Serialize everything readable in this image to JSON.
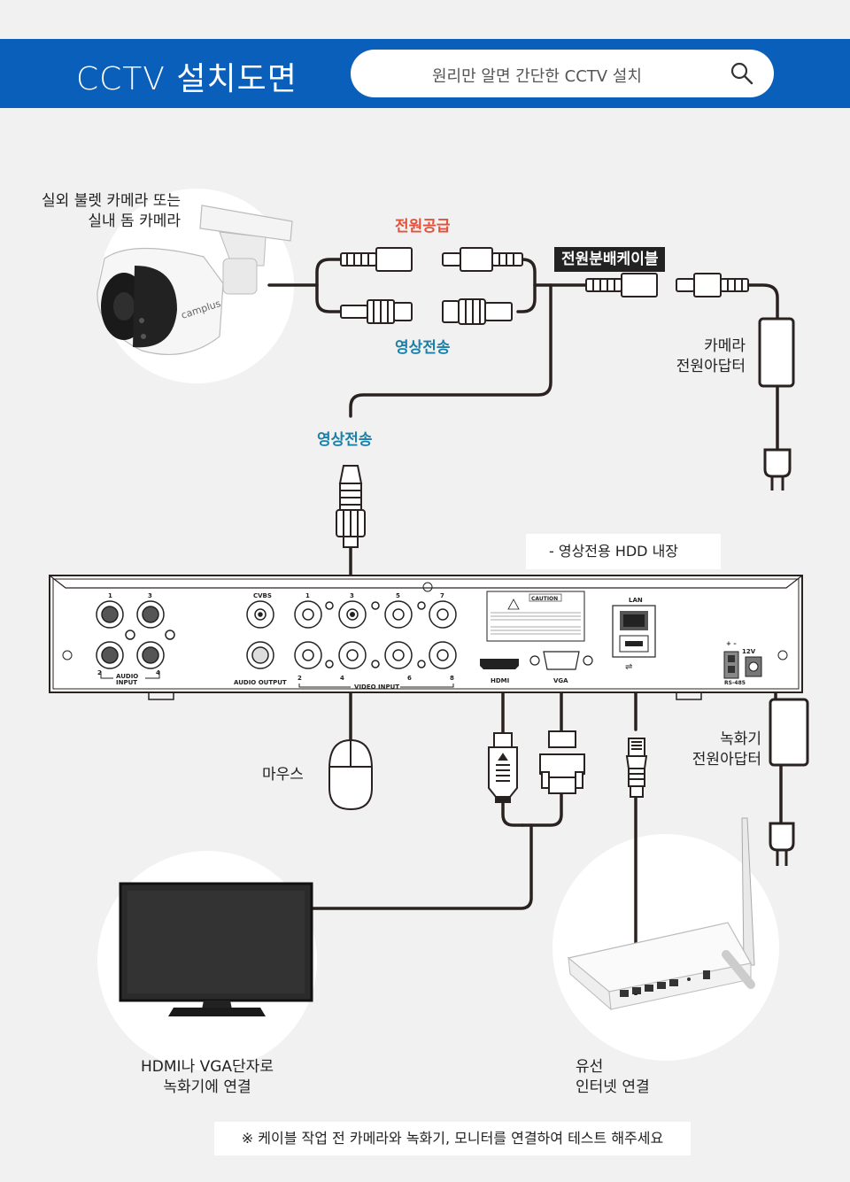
{
  "header": {
    "title": "CCTV 설치도면",
    "search_text": "원리만 알면 간단한 CCTV 설치"
  },
  "labels": {
    "camera": "실외 불렛 카메라 또는\n실내 돔 카메라",
    "power_supply": "전원공급",
    "video_transmission_top": "영상전송",
    "power_split_cable": "전원분배케이블",
    "camera_adapter": "카메라\n전원아답터",
    "video_transmission_mid": "영상전송",
    "hdd_note": "- 영상전용 HDD 내장",
    "mouse": "마우스",
    "recorder_adapter": "녹화기\n전원아답터",
    "monitor": "HDMI나 VGA단자로\n녹화기에 연결",
    "router": "유선\n인터넷 연결",
    "bottom_note": "※ 케이블 작업 전 카메라와 녹화기, 모니터를 연결하여 테스트 해주세요"
  },
  "camera_brand": "camplus",
  "dvr": {
    "audio_input": "AUDIO\nINPUT",
    "audio_output": "AUDIO OUTPUT",
    "cvbs": "CVBS",
    "video_input": "VIDEO INPUT",
    "hdmi": "HDMI",
    "vga": "VGA",
    "lan": "LAN",
    "caution": "CAUTION",
    "rs485": "RS-485",
    "power": "12V",
    "ch_audio": [
      "1",
      "3",
      "2",
      "4"
    ],
    "ch_video_top": [
      "1",
      "3",
      "5",
      "7"
    ],
    "ch_video_bottom": [
      "2",
      "4",
      "6",
      "8"
    ]
  },
  "colors": {
    "header_blue": "#0a5fba",
    "red_label": "#e2513a",
    "teal_label": "#1b7fa8",
    "cable": "#2a2220"
  },
  "icons": [
    "search-icon",
    "camera-icon",
    "plug-icon",
    "mouse-icon",
    "monitor-icon",
    "router-icon",
    "bnc-connector-icon",
    "hdmi-connector-icon",
    "vga-connector-icon",
    "lan-connector-icon"
  ]
}
